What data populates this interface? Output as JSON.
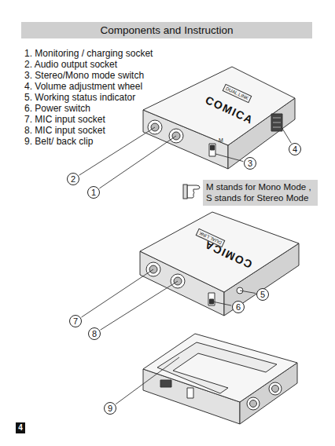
{
  "diagram": {
    "title": "Components and Instruction",
    "nodes": [
      {
        "text": [
          "4"
        ]
      },
      {
        "text": [
          "3"
        ]
      },
      {
        "text": [
          "2"
        ]
      },
      {
        "text": [
          "1"
        ]
      },
      {
        "text": [
          "M stands for Mono Mode , S stands for Stereo Mode"
        ]
      },
      {
        "text": [
          "5"
        ]
      },
      {
        "text": [
          "6"
        ]
      },
      {
        "text": [
          "7"
        ]
      },
      {
        "text": [
          "8"
        ]
      },
      {
        "text": [
          "9"
        ]
      },
      {
        "text": [
          "4"
        ]
      }
    ],
    "labels": [
      "1. Monitoring / charging socket",
      "2. Audio output socket",
      "3. Stereo/Mono mode switch",
      "4. Volume adjustment wheel",
      "5. Working status indicator",
      "6. Power switch",
      "7. MIC input socket",
      "8. MIC input socket",
      "9. Belt/ back clip",
      "COMICA",
      "DUAL.LINK",
      "M",
      "COMICA",
      "DUAL.LINK"
    ]
  }
}
